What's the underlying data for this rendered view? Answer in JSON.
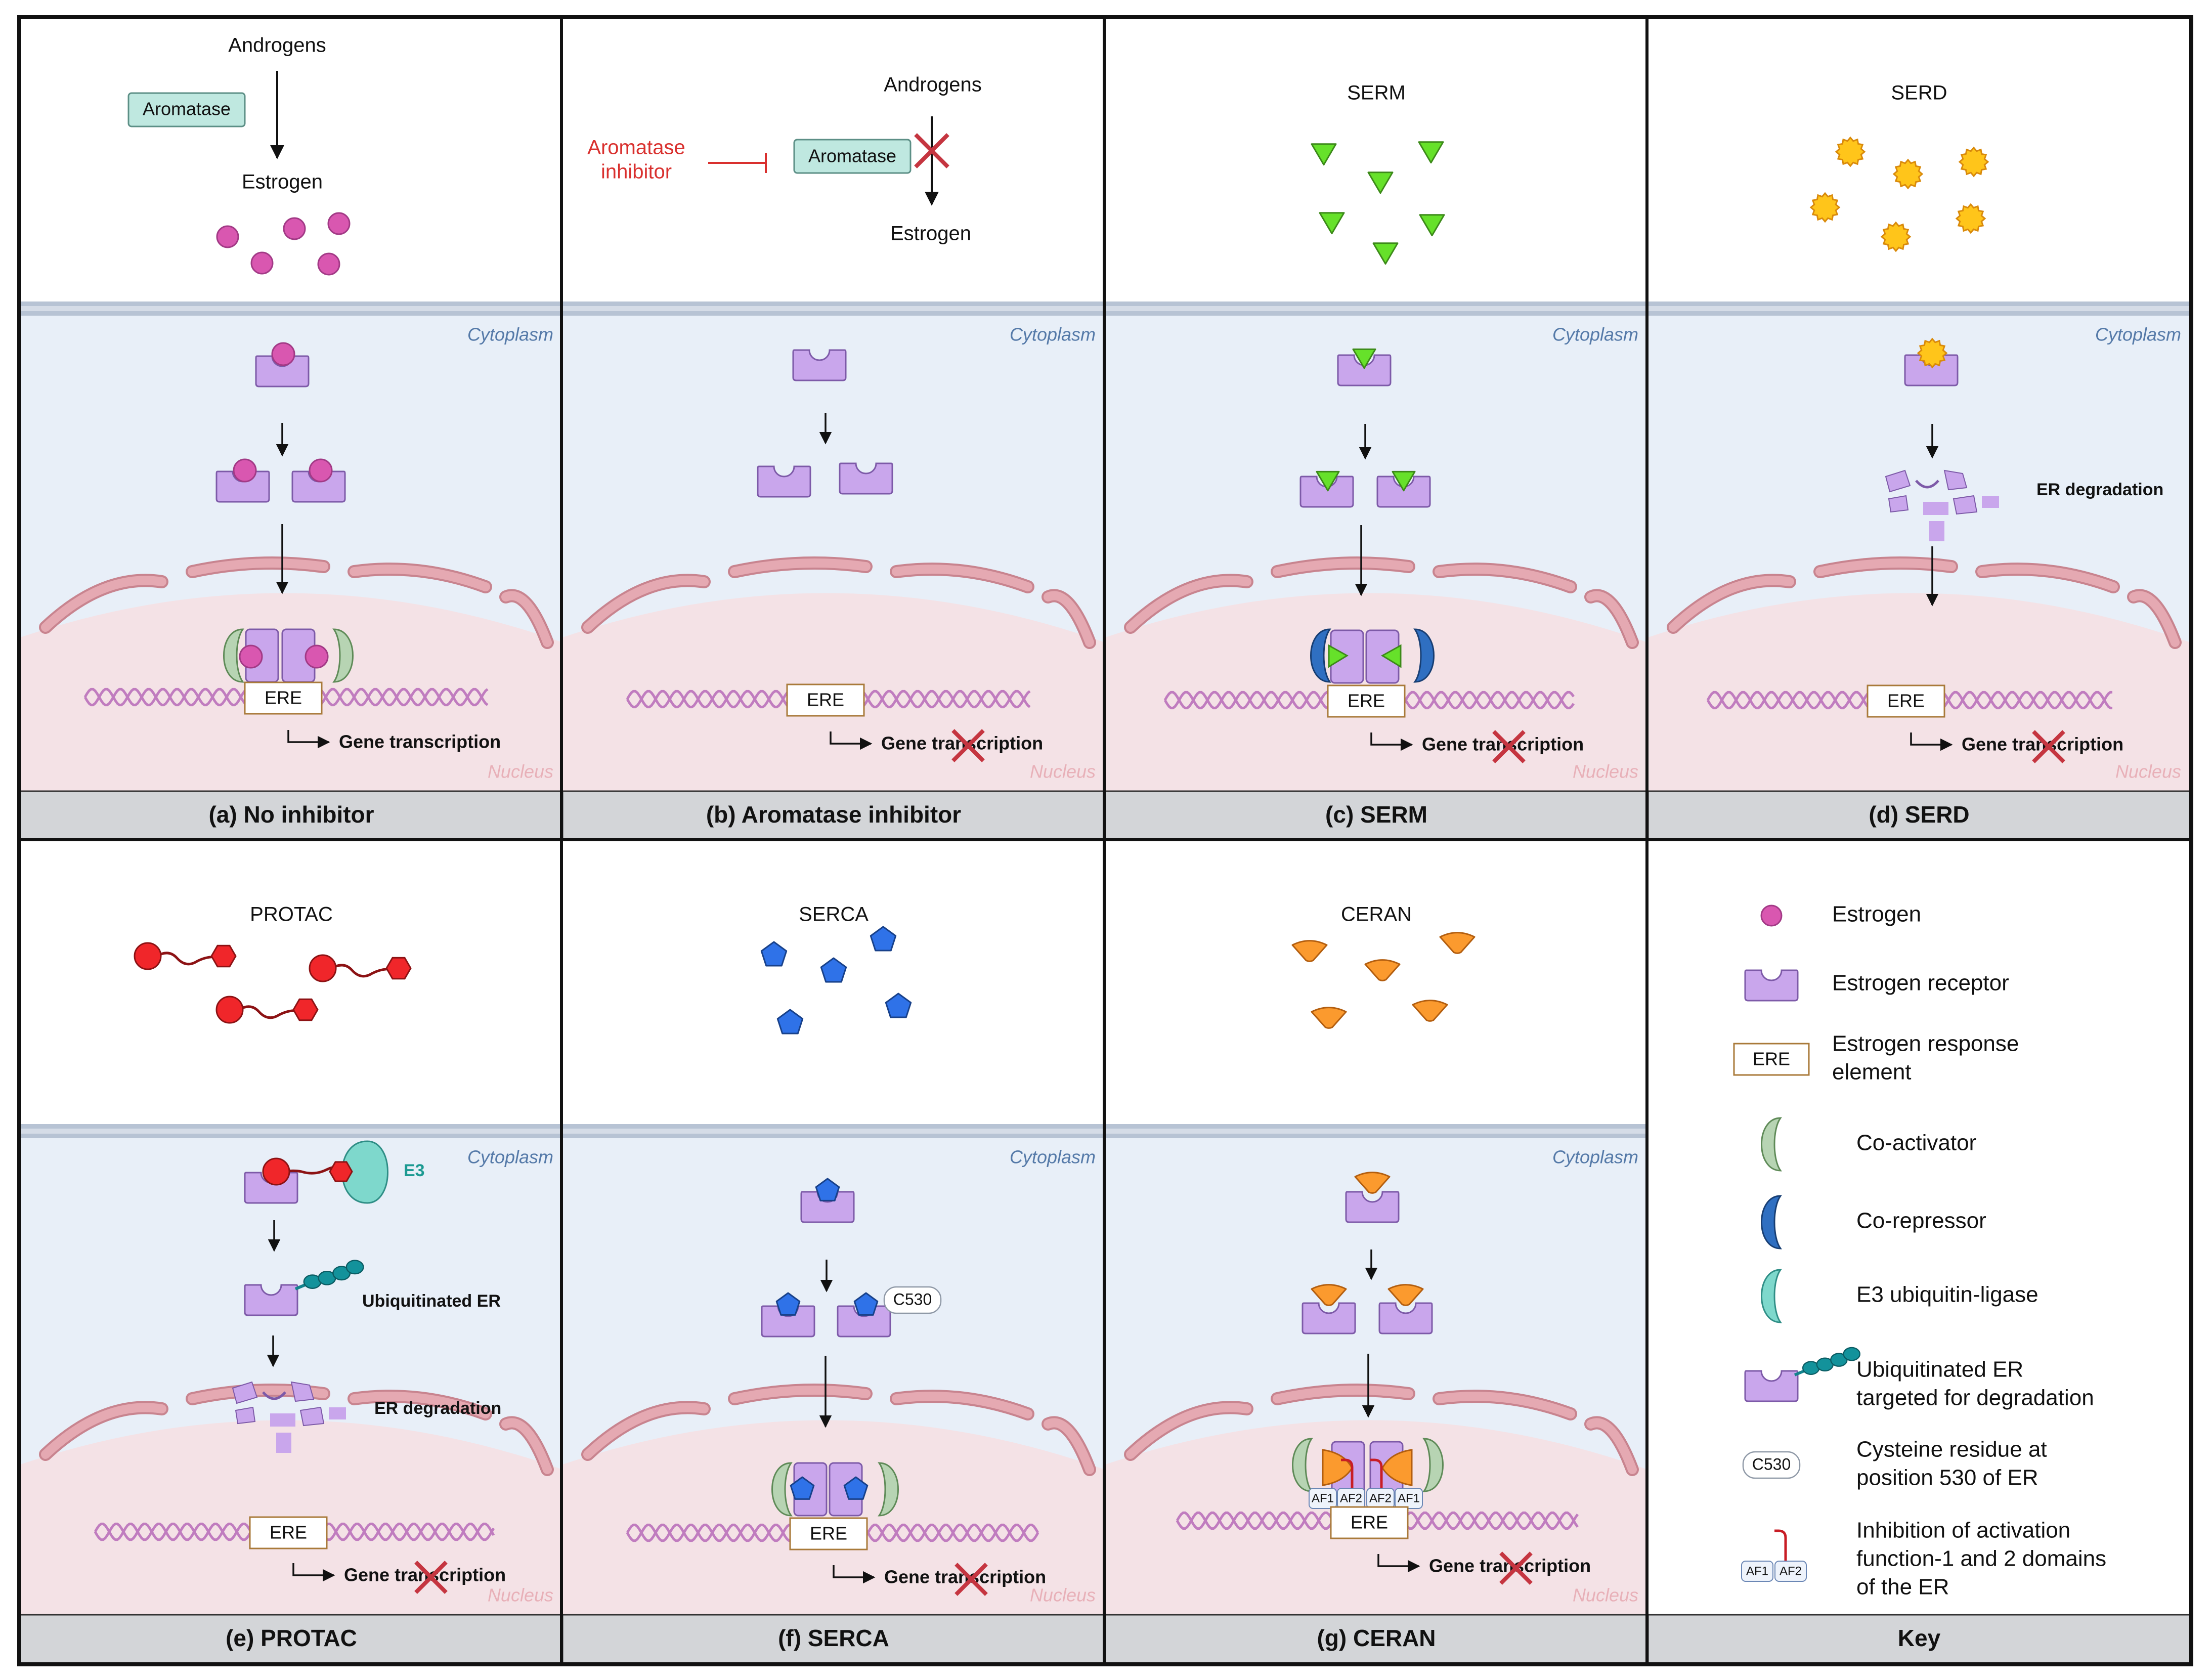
{
  "labels": {
    "cytoplasm": "Cytoplasm",
    "nucleus": "Nucleus",
    "ere": "ERE",
    "gene_transcription": "Gene transcription",
    "androgens": "Androgens",
    "estrogen": "Estrogen",
    "aromatase": "Aromatase",
    "aromatase_inhibitor_line1": "Aromatase",
    "aromatase_inhibitor_line2": "inhibitor",
    "er_degradation": "ER degradation",
    "ubiquitinated_er": "Ubiquitinated ER",
    "e3": "E3",
    "c530": "C530",
    "af1": "AF1",
    "af2": "AF2"
  },
  "panels": [
    {
      "id": "a",
      "title": "(a) No inhibitor",
      "drug": ""
    },
    {
      "id": "b",
      "title": "(b) Aromatase inhibitor",
      "drug": ""
    },
    {
      "id": "c",
      "title": "(c) SERM",
      "drug": "SERM"
    },
    {
      "id": "d",
      "title": "(d) SERD",
      "drug": "SERD"
    },
    {
      "id": "e",
      "title": "(e) PROTAC",
      "drug": "PROTAC"
    },
    {
      "id": "f",
      "title": "(f) SERCA",
      "drug": "SERCA"
    },
    {
      "id": "g",
      "title": "(g) CERAN",
      "drug": "CERAN"
    }
  ],
  "key": {
    "title": "Key",
    "items": [
      {
        "id": "estrogen",
        "lines": [
          "Estrogen"
        ]
      },
      {
        "id": "receptor",
        "lines": [
          "Estrogen receptor"
        ]
      },
      {
        "id": "ere",
        "lines": [
          "Estrogen response",
          "element"
        ]
      },
      {
        "id": "coactivator",
        "lines": [
          "Co-activator"
        ]
      },
      {
        "id": "corepressor",
        "lines": [
          "Co-repressor"
        ]
      },
      {
        "id": "e3",
        "lines": [
          "E3 ubiquitin-ligase"
        ]
      },
      {
        "id": "ubiq",
        "lines": [
          "Ubiquitinated ER",
          "targeted for degradation"
        ]
      },
      {
        "id": "c530",
        "lines": [
          "Cysteine residue at",
          "position 530 of ER"
        ]
      },
      {
        "id": "inhib",
        "lines": [
          "Inhibition of activation",
          "function-1 and 2 domains",
          "of the ER"
        ]
      }
    ]
  },
  "colors": {
    "estrogen": "#d957b0",
    "receptor": "#c9a6ec",
    "receptor_stroke": "#7d5aa8",
    "coactivator": "#b7d4b3",
    "corepressor": "#2f6fc1",
    "e3": "#7ed8cc",
    "serm": "#66e12a",
    "serd": "#ffc51a",
    "protac": "#f0262a",
    "serca": "#2f72e8",
    "ceran": "#fb9a2e",
    "cytoplasm": "#e8eff8",
    "nucleus": "#f4e2e6",
    "envelope": "#e5a9b2",
    "dna": "#c07cbf",
    "title_bar": "#d3d5d8",
    "aromatase": "#bfe8e0",
    "inhibitor": "#d9302e",
    "cross": "#c53540"
  }
}
